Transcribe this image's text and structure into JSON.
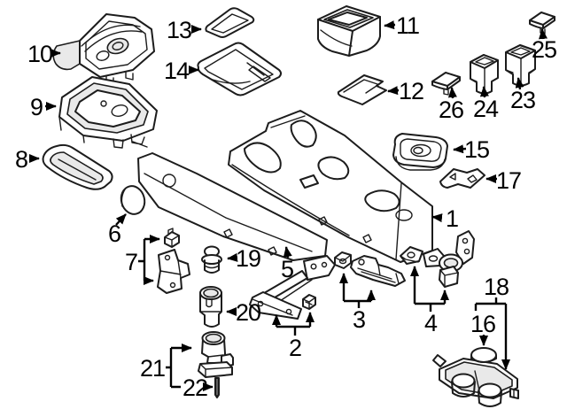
{
  "diagram": {
    "background_color": "#ffffff",
    "line_color": "#1c1c1c",
    "shade_color": "#e9e9e9",
    "label_color": "#000000",
    "callouts": [
      {
        "number": "1"
      },
      {
        "number": "2"
      },
      {
        "number": "3"
      },
      {
        "number": "4"
      },
      {
        "number": "5"
      },
      {
        "number": "6"
      },
      {
        "number": "7"
      },
      {
        "number": "8"
      },
      {
        "number": "9"
      },
      {
        "number": "10"
      },
      {
        "number": "11"
      },
      {
        "number": "12"
      },
      {
        "number": "13"
      },
      {
        "number": "14"
      },
      {
        "number": "15"
      },
      {
        "number": "16"
      },
      {
        "number": "17"
      },
      {
        "number": "18"
      },
      {
        "number": "19"
      },
      {
        "number": "20"
      },
      {
        "number": "21"
      },
      {
        "number": "22"
      },
      {
        "number": "23"
      },
      {
        "number": "24"
      },
      {
        "number": "25"
      },
      {
        "number": "26"
      }
    ]
  }
}
